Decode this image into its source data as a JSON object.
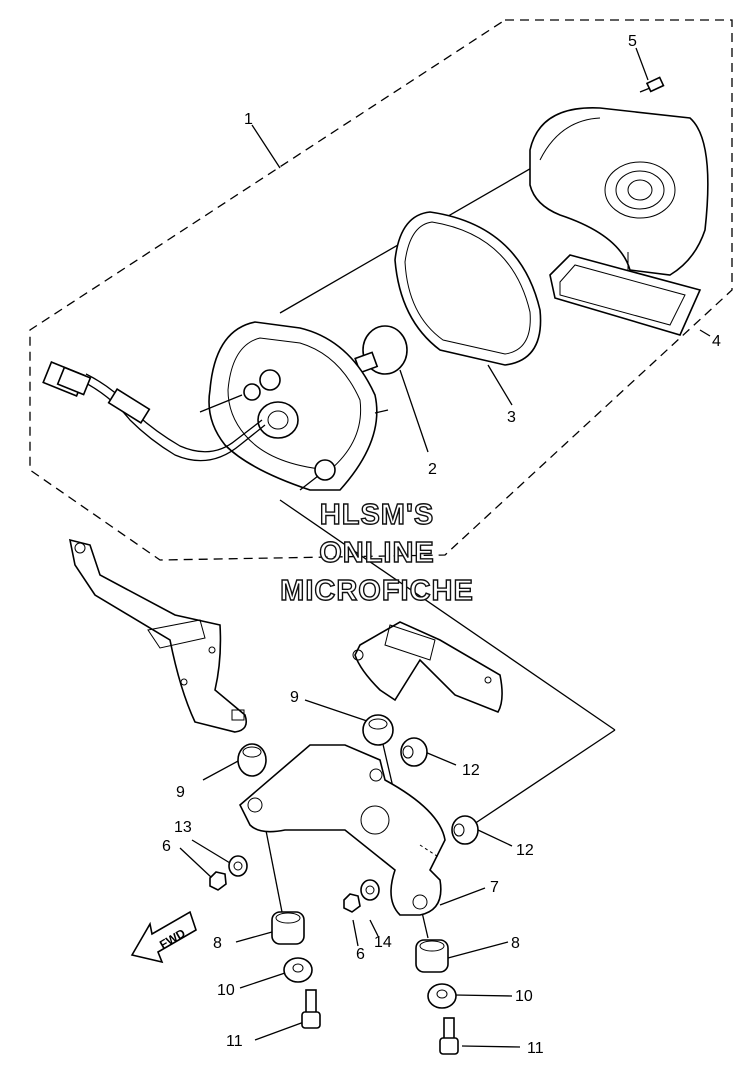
{
  "callouts": [
    {
      "id": "c1",
      "text": "1"
    },
    {
      "id": "c2",
      "text": "2"
    },
    {
      "id": "c3",
      "text": "3"
    },
    {
      "id": "c4",
      "text": "4"
    },
    {
      "id": "c5",
      "text": "5"
    },
    {
      "id": "c6a",
      "text": "6"
    },
    {
      "id": "c6b",
      "text": "6"
    },
    {
      "id": "c7",
      "text": "7"
    },
    {
      "id": "c8a",
      "text": "8"
    },
    {
      "id": "c8b",
      "text": "8"
    },
    {
      "id": "c9a",
      "text": "9"
    },
    {
      "id": "c9b",
      "text": "9"
    },
    {
      "id": "c10a",
      "text": "10"
    },
    {
      "id": "c10b",
      "text": "10"
    },
    {
      "id": "c11a",
      "text": "11"
    },
    {
      "id": "c11b",
      "text": "11"
    },
    {
      "id": "c12a",
      "text": "12"
    },
    {
      "id": "c12b",
      "text": "12"
    },
    {
      "id": "c13",
      "text": "13"
    },
    {
      "id": "c14",
      "text": "14"
    }
  ],
  "watermark": {
    "line1": "HLSM'S",
    "line2": "ONLINE",
    "line3": "MICROFICHE"
  },
  "fwd_arrow": {
    "text": "FWD"
  }
}
